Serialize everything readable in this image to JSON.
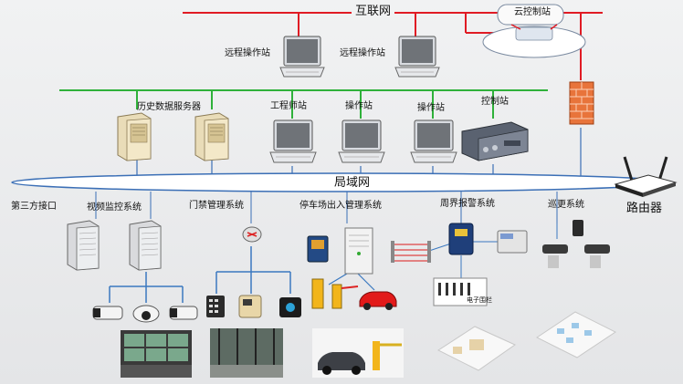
{
  "colors": {
    "internet_line": "#e01b24",
    "green_bus": "#2fb13a",
    "lan_blue": "#3b6fb6",
    "link_blue": "#3a78c0"
  },
  "internet": {
    "label": "互联网"
  },
  "cloud": {
    "label": "云控制站"
  },
  "remote_stations": [
    {
      "label": "远程操作站"
    },
    {
      "label": "远程操作站"
    }
  ],
  "servers": {
    "label": "历史数据服务器"
  },
  "workstations": [
    {
      "label": "工程师站"
    },
    {
      "label": "操作站"
    },
    {
      "label": "操作站"
    }
  ],
  "control_station": {
    "label": "控制站"
  },
  "lan": {
    "label": "局域网"
  },
  "router": {
    "label": "路由器"
  },
  "subsystems": [
    {
      "label": "第三方接口"
    },
    {
      "label": "视频监控系统"
    },
    {
      "label": "门禁管理系统"
    },
    {
      "label": "停车场出入管理系统"
    },
    {
      "label": "周界报警系统"
    },
    {
      "label": "巡更系统"
    }
  ],
  "alarm_panel": {
    "label": "电子围栏"
  },
  "icons": [
    "laptop-icon",
    "server-tower-icon",
    "firewall-icon",
    "router-icon",
    "cloud-icon",
    "camera-icon",
    "card-reader-icon",
    "barrier-gate-icon",
    "car-icon",
    "patrol-reader-icon"
  ]
}
